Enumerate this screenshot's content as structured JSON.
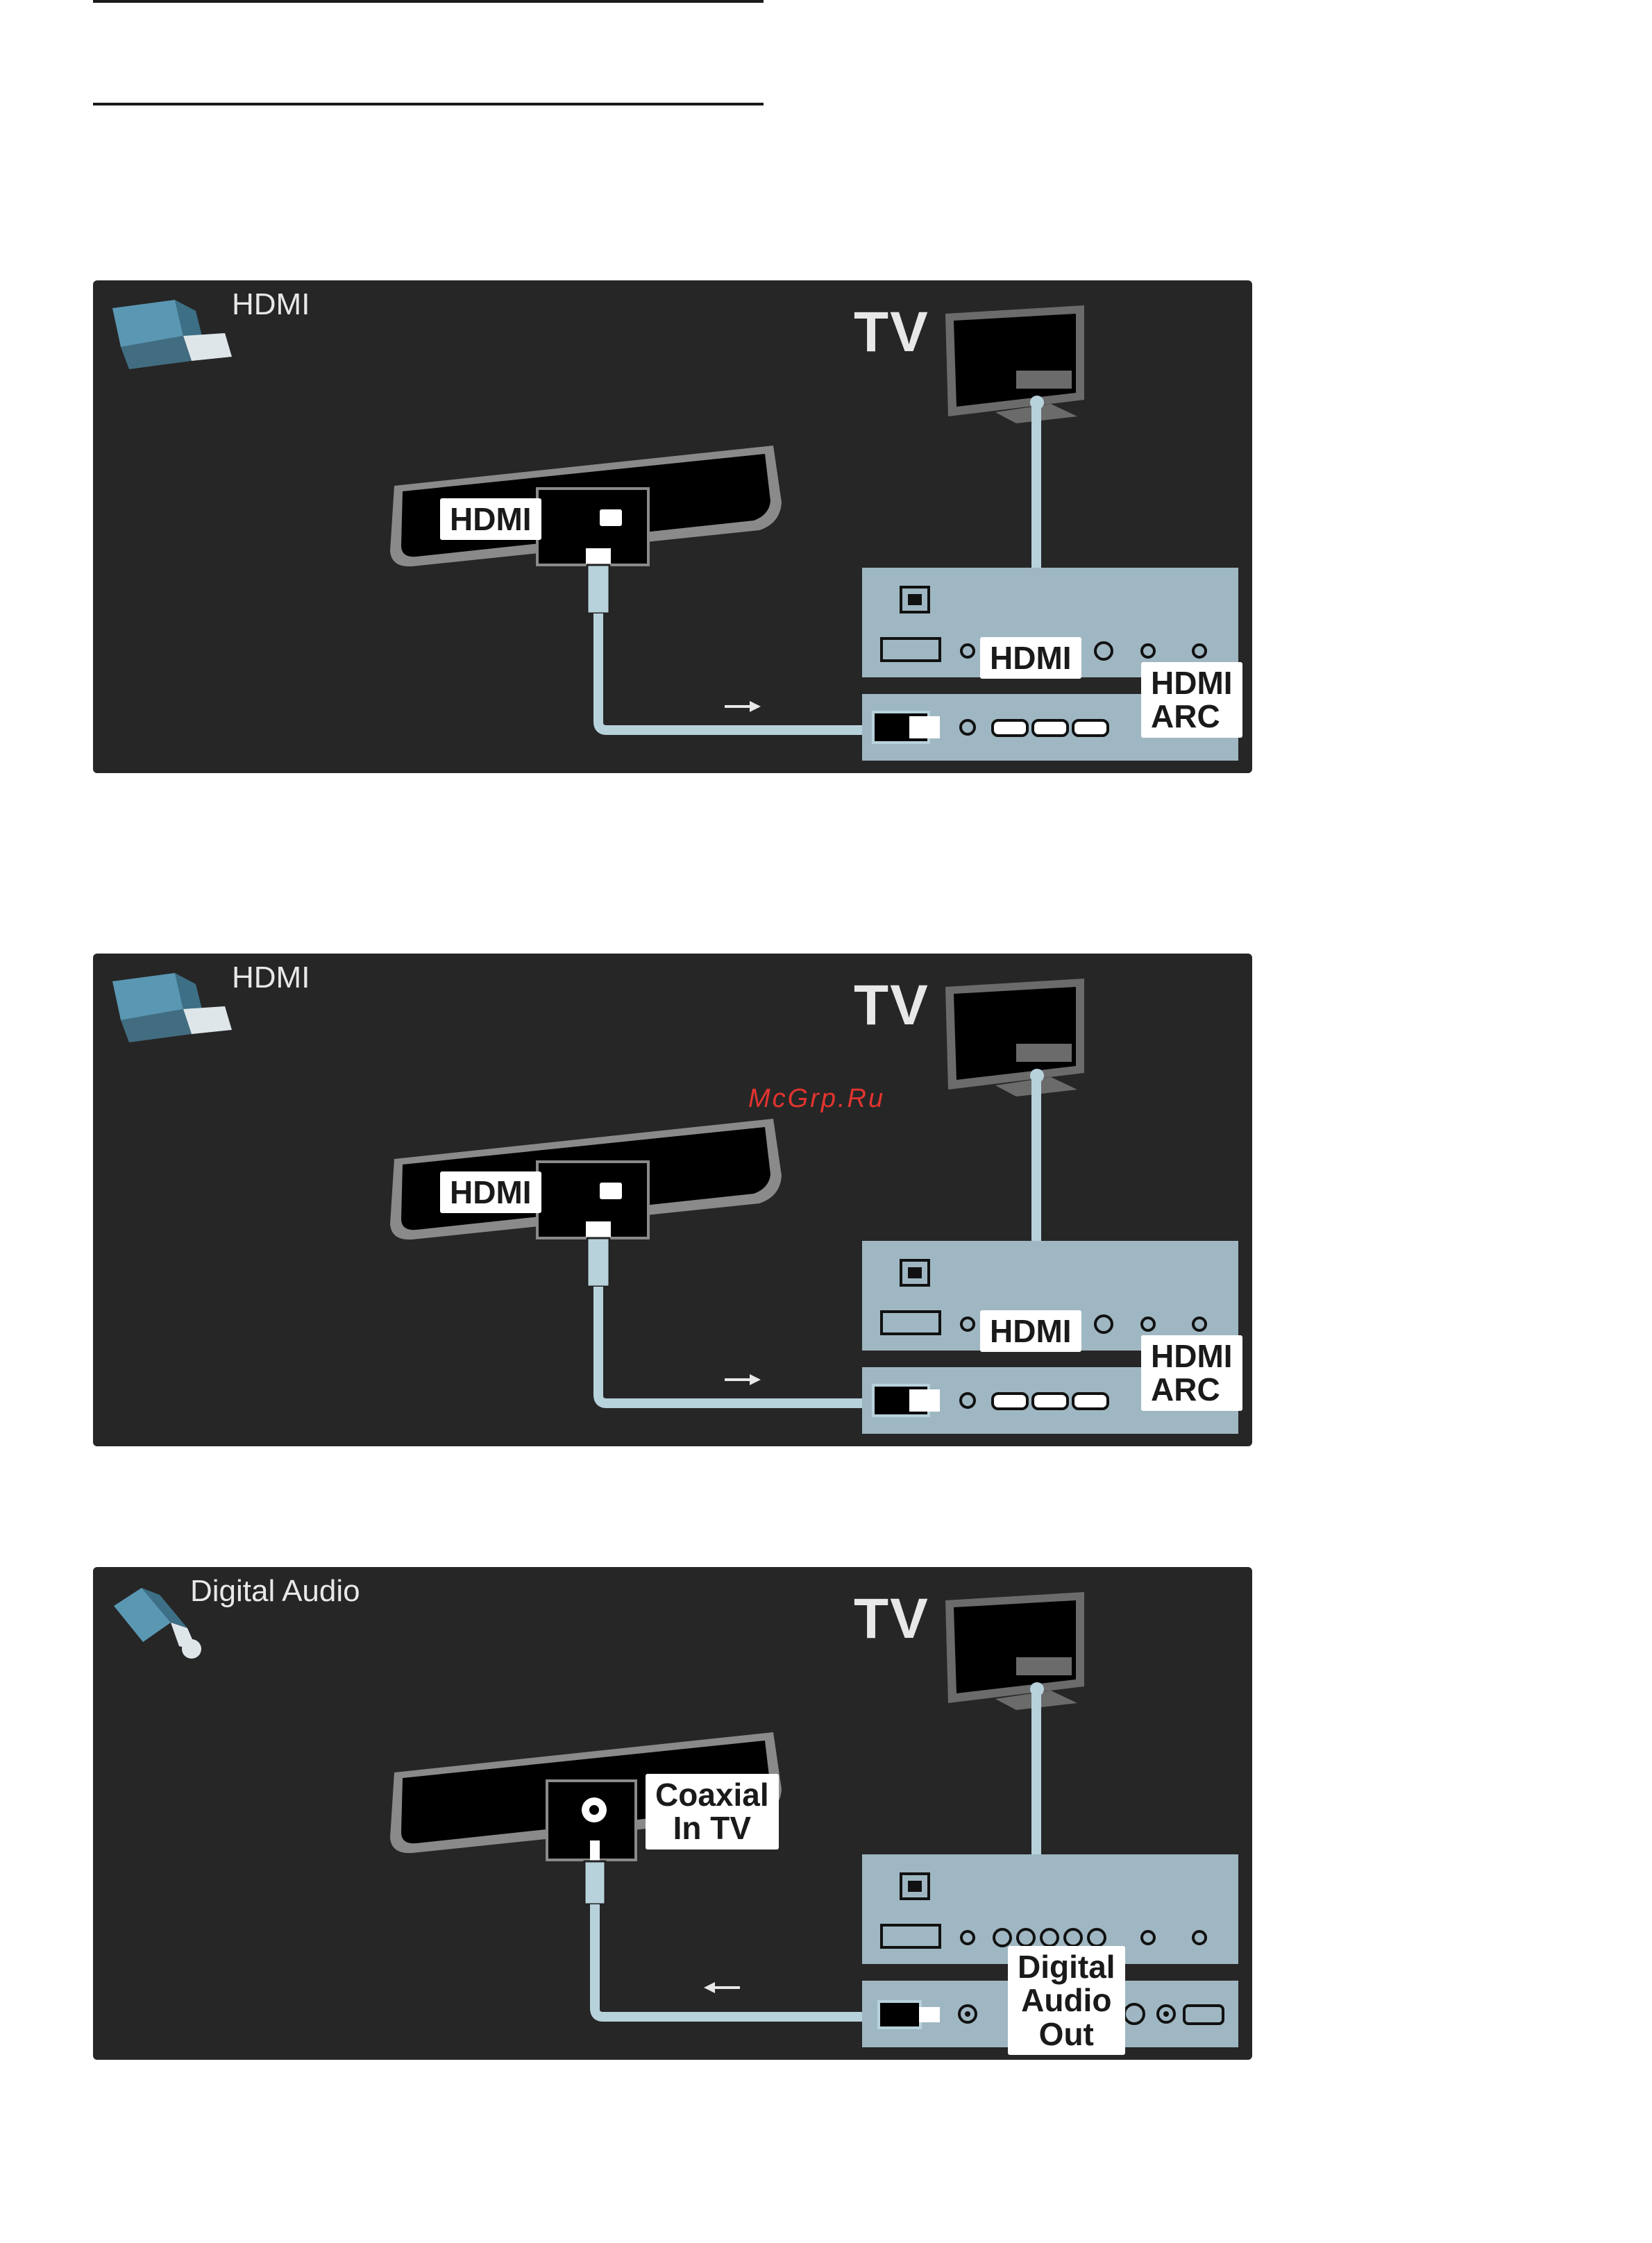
{
  "watermark": "McGrp.Ru",
  "diagrams": [
    {
      "header": "HDMI",
      "tv": "TV",
      "device_port": "HDMI",
      "tv_port_top": "HDMI",
      "tv_port_bottom": "HDMI\nARC",
      "header_icon": "hdmi-plug-icon",
      "direction": "right"
    },
    {
      "header": "HDMI",
      "tv": "TV",
      "device_port": "HDMI",
      "tv_port_top": "HDMI",
      "tv_port_bottom": "HDMI\nARC",
      "header_icon": "hdmi-plug-icon",
      "direction": "right"
    },
    {
      "header": "Digital Audio",
      "tv": "TV",
      "device_port": "Coaxial\nIn TV",
      "tv_port_bottom": "Digital\nAudio\nOut",
      "header_icon": "coaxial-plug-icon",
      "direction": "left"
    }
  ],
  "colors": {
    "panel_bg": "#262626",
    "tv_panel": "#9fb7c2",
    "cable": "#b8d2dc",
    "label_bg": "#ffffff"
  }
}
